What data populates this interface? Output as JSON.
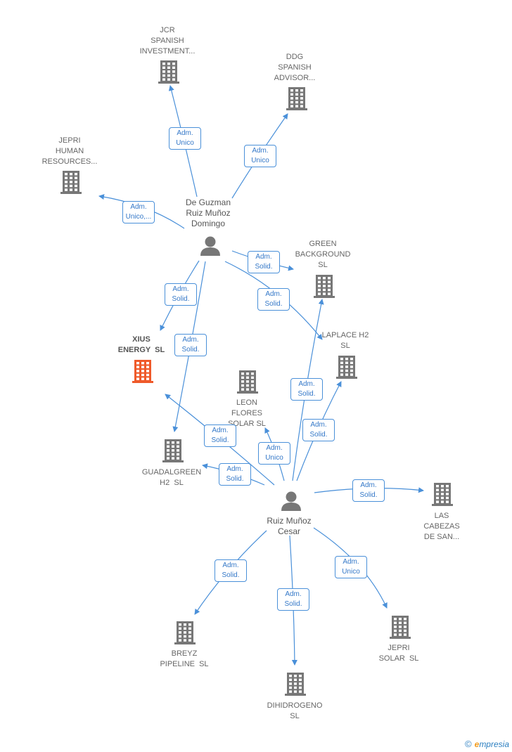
{
  "colors": {
    "edge": "#4a90d9",
    "node": "#777777",
    "focus": "#ef5a2a"
  },
  "nodes": [
    {
      "id": "jcr",
      "kind": "company",
      "lines": [
        "JCR",
        "SPANISH",
        "INVESTMENT..."
      ]
    },
    {
      "id": "ddg",
      "kind": "company",
      "lines": [
        "DDG",
        "SPANISH",
        "ADVISOR..."
      ]
    },
    {
      "id": "jepri_hr",
      "kind": "company",
      "lines": [
        "JEPRI",
        "HUMAN",
        "RESOURCES..."
      ]
    },
    {
      "id": "guzman",
      "kind": "person",
      "lines": [
        "De Guzman",
        "Ruiz Muñoz",
        "Domingo"
      ]
    },
    {
      "id": "green_bg",
      "kind": "company",
      "lines": [
        "GREEN",
        "BACKGROUND",
        "SL"
      ]
    },
    {
      "id": "xius",
      "kind": "focus",
      "lines": [
        "XIUS",
        "ENERGY  SL"
      ]
    },
    {
      "id": "laplace",
      "kind": "company",
      "lines": [
        "LAPLACE H2",
        "SL"
      ]
    },
    {
      "id": "leon",
      "kind": "company",
      "lines": [
        "LEON",
        "FLORES",
        "SOLAR SL"
      ]
    },
    {
      "id": "guadalgreen",
      "kind": "company",
      "lines": [
        "GUADALGREEN",
        "H2  SL"
      ]
    },
    {
      "id": "cesar",
      "kind": "person",
      "lines": [
        "Ruiz Muñoz",
        "Cesar"
      ]
    },
    {
      "id": "las_cabezas",
      "kind": "company",
      "lines": [
        "LAS",
        "CABEZAS",
        "DE SAN..."
      ]
    },
    {
      "id": "breyz",
      "kind": "company",
      "lines": [
        "BREYZ",
        "PIPELINE  SL"
      ]
    },
    {
      "id": "dihidrogeno",
      "kind": "company",
      "lines": [
        "DIHIDROGENO",
        "SL"
      ]
    },
    {
      "id": "jepri_solar",
      "kind": "company",
      "lines": [
        "JEPRI",
        "SOLAR  SL"
      ]
    }
  ],
  "edges": [
    {
      "from": "guzman",
      "to": "jcr",
      "label": [
        "Adm.",
        "Unico"
      ]
    },
    {
      "from": "guzman",
      "to": "ddg",
      "label": [
        "Adm.",
        "Unico"
      ]
    },
    {
      "from": "guzman",
      "to": "jepri_hr",
      "label": [
        "Adm.",
        "Unico,..."
      ]
    },
    {
      "from": "guzman",
      "to": "green_bg",
      "label": [
        "Adm.",
        "Solid."
      ]
    },
    {
      "from": "guzman",
      "to": "laplace",
      "label": [
        "Adm.",
        "Solid."
      ]
    },
    {
      "from": "guzman",
      "to": "xius",
      "label": [
        "Adm.",
        "Solid."
      ]
    },
    {
      "from": "guzman",
      "to": "guadalgreen",
      "label": [
        "Adm.",
        "Solid."
      ]
    },
    {
      "from": "cesar",
      "to": "green_bg",
      "label": [
        "Adm.",
        "Solid."
      ]
    },
    {
      "from": "cesar",
      "to": "laplace",
      "label": [
        "Adm.",
        "Solid."
      ]
    },
    {
      "from": "cesar",
      "to": "xius",
      "label": [
        "Adm.",
        "Solid."
      ]
    },
    {
      "from": "cesar",
      "to": "leon",
      "label": [
        "Adm.",
        "Unico"
      ]
    },
    {
      "from": "cesar",
      "to": "guadalgreen",
      "label": [
        "Adm.",
        "Solid."
      ]
    },
    {
      "from": "cesar",
      "to": "las_cabezas",
      "label": [
        "Adm.",
        "Solid."
      ]
    },
    {
      "from": "cesar",
      "to": "breyz",
      "label": [
        "Adm.",
        "Solid."
      ]
    },
    {
      "from": "cesar",
      "to": "dihidrogeno",
      "label": [
        "Adm.",
        "Solid."
      ]
    },
    {
      "from": "cesar",
      "to": "jepri_solar",
      "label": [
        "Adm.",
        "Unico"
      ]
    }
  ],
  "footer": {
    "copyright_symbol": "©",
    "brand_initial": "e",
    "brand_rest": "mpresia"
  }
}
